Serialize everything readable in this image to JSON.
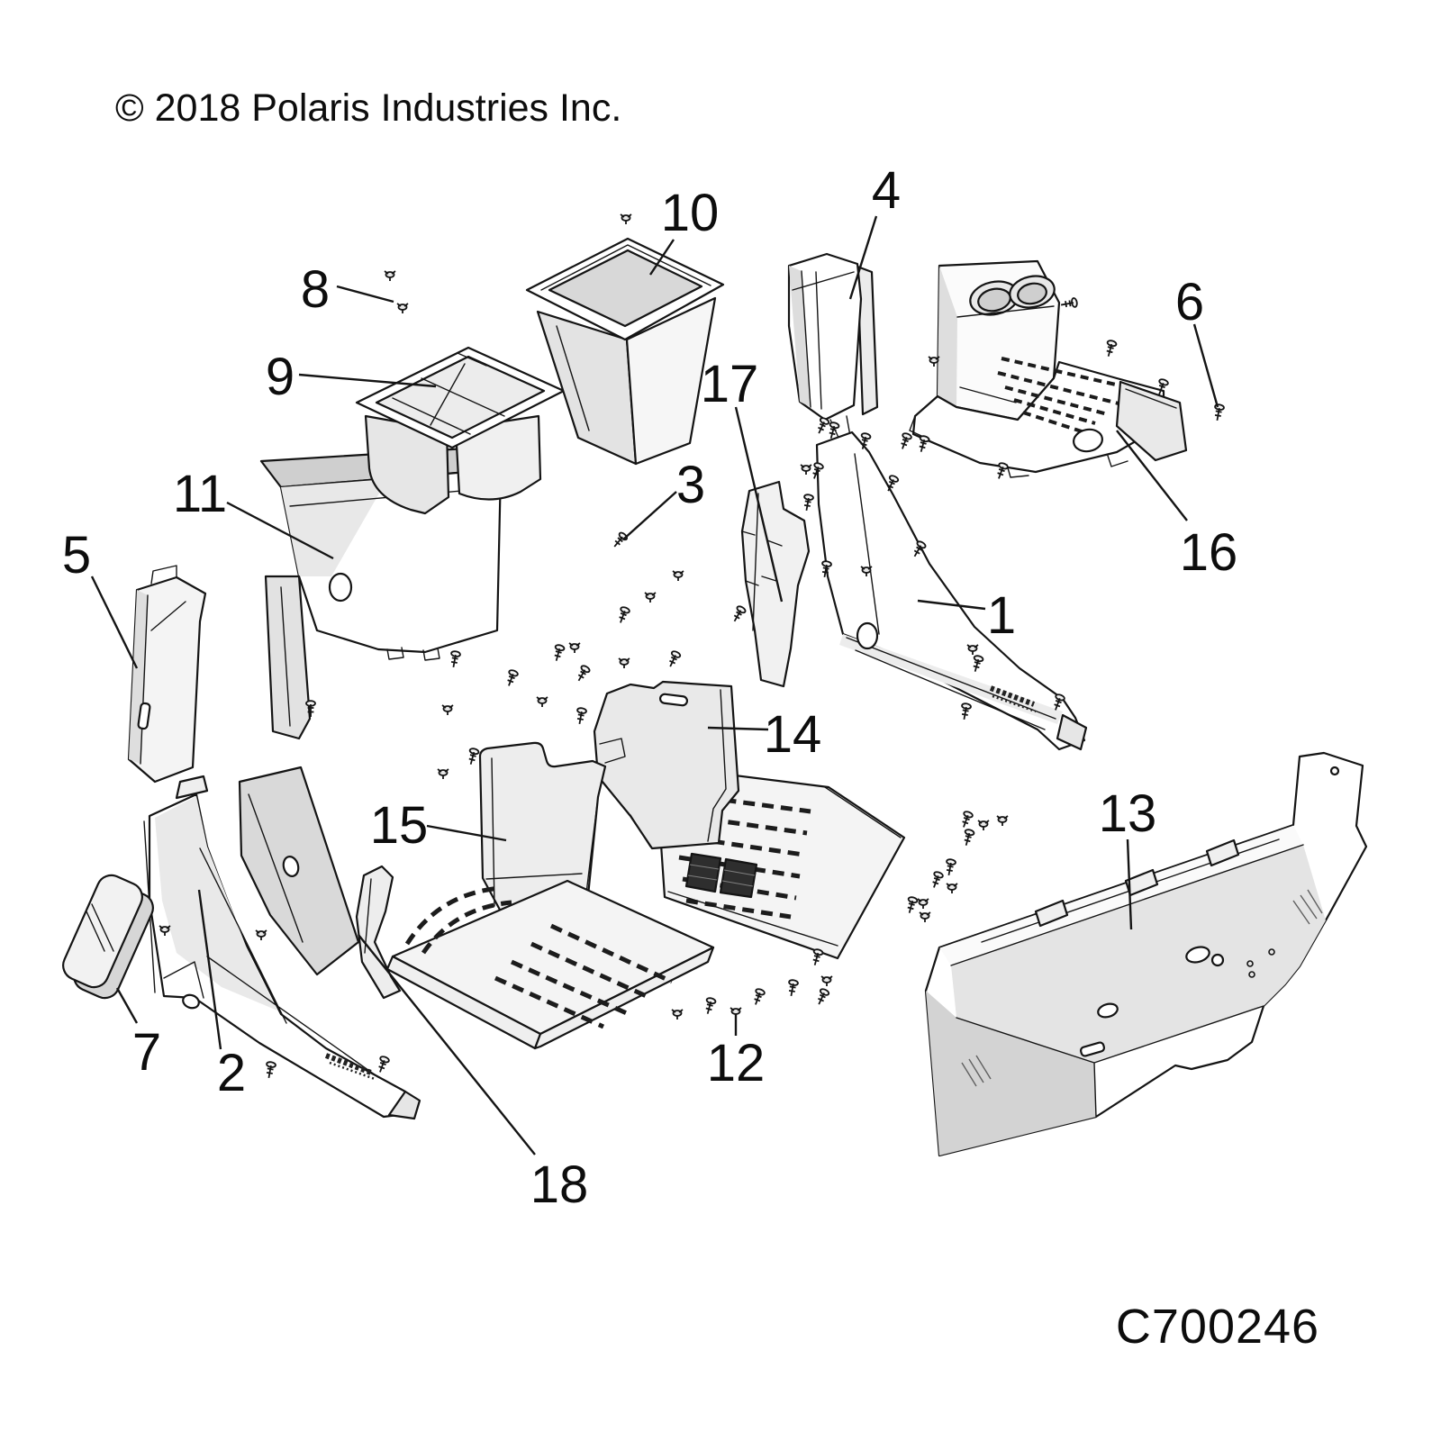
{
  "diagram": {
    "copyright": "© 2018 Polaris Industries Inc.",
    "drawing_code": "C700246",
    "callouts": [
      {
        "label": "1"
      },
      {
        "label": "2"
      },
      {
        "label": "3"
      },
      {
        "label": "4"
      },
      {
        "label": "5"
      },
      {
        "label": "6"
      },
      {
        "label": "7"
      },
      {
        "label": "8"
      },
      {
        "label": "9"
      },
      {
        "label": "10"
      },
      {
        "label": "11"
      },
      {
        "label": "12"
      },
      {
        "label": "13"
      },
      {
        "label": "14"
      },
      {
        "label": "15"
      },
      {
        "label": "16"
      },
      {
        "label": "17"
      },
      {
        "label": "18"
      }
    ]
  }
}
